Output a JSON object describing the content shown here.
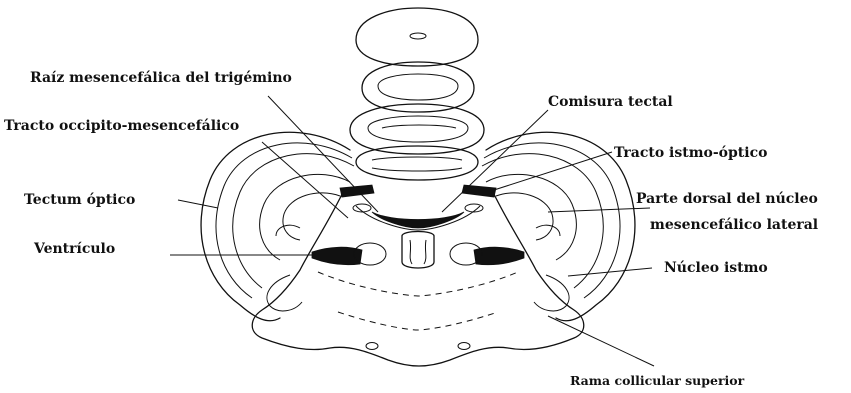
{
  "labels": {
    "raiz": "Raíz mesencefálica del trigémino",
    "tracto_occipito": "Tracto occipito-mesencefálico",
    "tectum": "Tectum óptico",
    "ventriculo": "Ventrículo",
    "comisura": "Comisura tectal",
    "tracto_istmo": "Tracto istmo-óptico",
    "parte_dorsal_1": "Parte dorsal del núcleo",
    "parte_dorsal_2": "mesencefálico lateral",
    "nucleo_istmo": "Núcleo istmo",
    "rama": "Rama collicular superior"
  }
}
